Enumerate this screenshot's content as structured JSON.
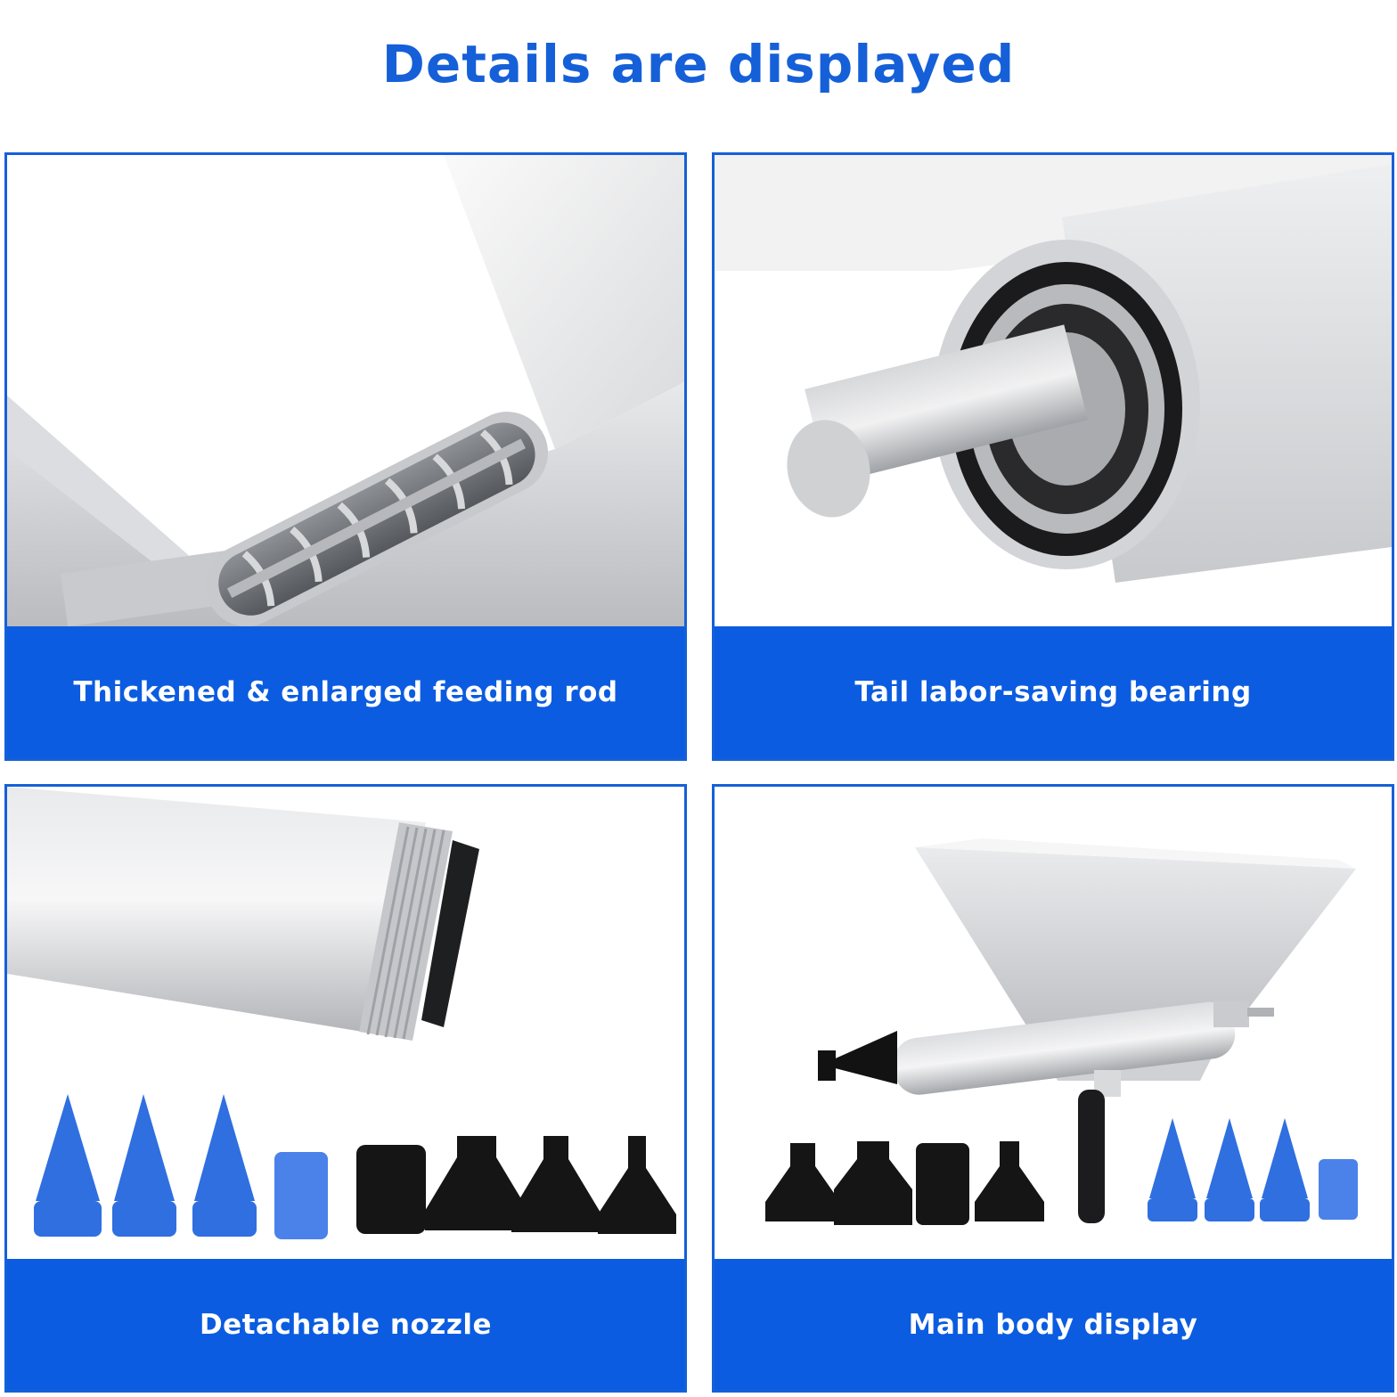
{
  "header": {
    "title": "Details are displayed"
  },
  "panels": [
    {
      "id": "feeding-rod",
      "caption": "Thickened & enlarged feeding rod",
      "image": "hopper-feeding-screw-photo"
    },
    {
      "id": "bearing",
      "caption": "Tail labor-saving bearing",
      "image": "tail-bearing-shaft-photo"
    },
    {
      "id": "nozzle",
      "caption": "Detachable nozzle",
      "image": "threaded-barrel-and-nozzles-photo"
    },
    {
      "id": "main-body",
      "caption": "Main body display",
      "image": "mortar-gun-with-accessories-photo"
    }
  ],
  "colors": {
    "accent": "#1560d8",
    "caption_bar": "#0b5ce0",
    "caption_text": "#ffffff",
    "nozzle_blue": "#2f6fe0",
    "nozzle_black": "#151515"
  }
}
